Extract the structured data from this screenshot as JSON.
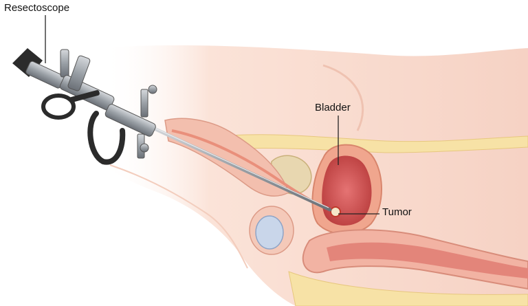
{
  "labels": {
    "resectoscope": "Resectoscope",
    "bladder": "Bladder",
    "tumor": "Tumor"
  },
  "colors": {
    "skin": "#f9dcd0",
    "skin_shadow": "#f0c3b3",
    "fat": "#f7e2a6",
    "bladder_wall": "#f0a68e",
    "bladder_lumen": "#d9534f",
    "tumor": "#c0392b",
    "bone": "#e8d7b0",
    "instrument_dark": "#2b2b2b",
    "instrument_metal": "#9aa0a6",
    "leader_line": "#222222"
  }
}
